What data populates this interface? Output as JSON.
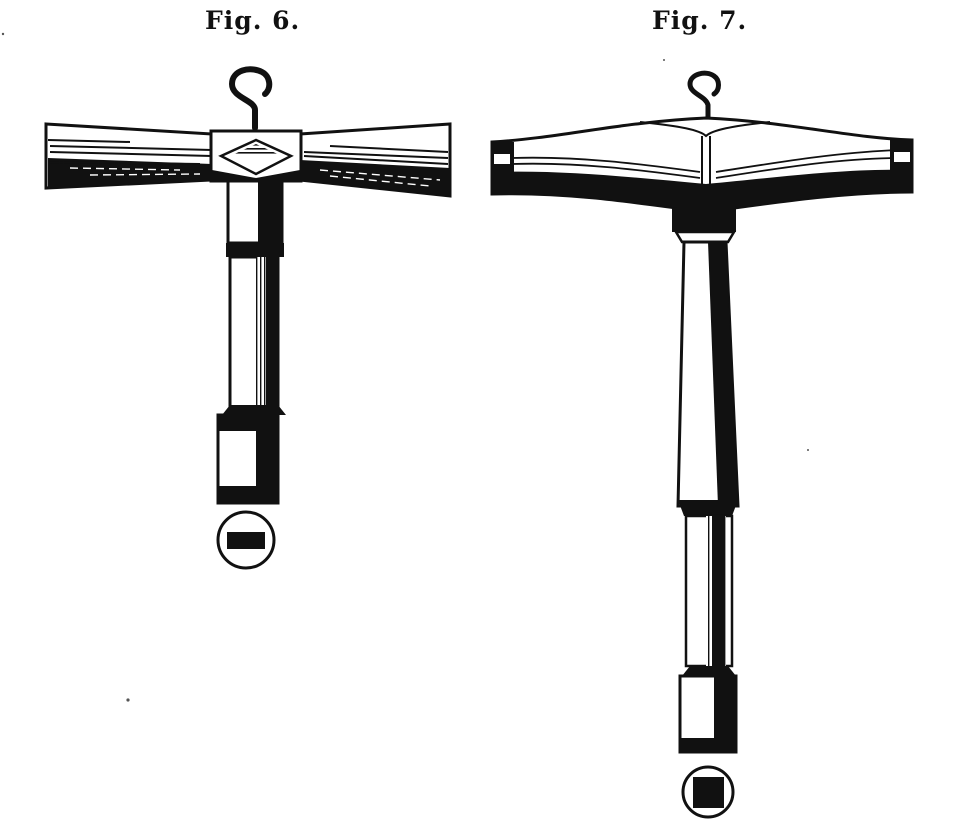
{
  "figures": [
    {
      "id": "fig6",
      "caption": "Fig. 6.",
      "subject": "T-handle key with flared wooden crossbar, diamond-marked hub, hook, turned shaft and socket",
      "socket_profile": "rectangular (slot)",
      "parts": [
        "hook",
        "crossbar-left-grip",
        "crossbar-right-grip",
        "diamond-hub",
        "shaft-upper",
        "shaft-collar",
        "shaft-lower",
        "socket",
        "socket-profile-symbol"
      ]
    },
    {
      "id": "fig7",
      "caption": "Fig. 7.",
      "subject": "T-handle key with bulging wooden crossbar, hook, tapered shaft, lower shaft and socket",
      "socket_profile": "square",
      "parts": [
        "hook",
        "crossbar",
        "left-end-cap",
        "right-end-cap",
        "neck-collar",
        "tapered-shaft",
        "lower-shaft",
        "socket",
        "socket-profile-symbol"
      ]
    }
  ],
  "colors": {
    "ink": "#111111",
    "paper": "#ffffff"
  }
}
